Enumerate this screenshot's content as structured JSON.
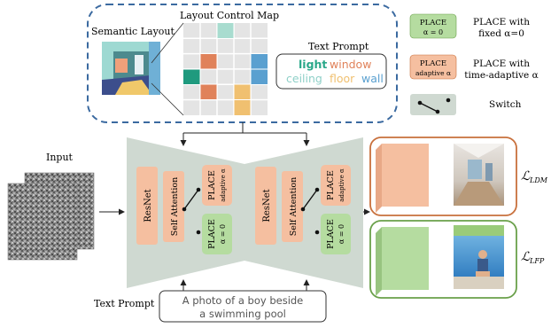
{
  "top": {
    "semantic_layout_label": "Semantic Layout",
    "control_map_label": "Layout Control Map",
    "text_prompt_label": "Text Prompt",
    "prompt_words": {
      "light": "light",
      "window": "window",
      "ceiling": "ceiling",
      "floor": "floor",
      "wall": "wall"
    }
  },
  "legend": {
    "fixed": {
      "box_title": "PLACE",
      "box_sub": "α = 0",
      "line1": "PLACE with",
      "line2": "fixed α=0"
    },
    "adaptive": {
      "box_title": "PLACE",
      "box_sub": "adaptive α",
      "line1": "PLACE with",
      "line2": "time-adaptive α"
    },
    "switch_label": "Switch"
  },
  "unet": {
    "input_label": "Input",
    "resnet": "ResNet",
    "self_attention": "Self Attention",
    "place_adaptive_title": "PLACE",
    "place_adaptive_sub": "adaptive α",
    "place_fixed_title": "PLACE",
    "place_fixed_sub": "α = 0"
  },
  "losses": {
    "ldm_main": "ℒ",
    "ldm_sub": "LDM",
    "lfp_main": "ℒ",
    "lfp_sub": "LFP"
  },
  "bottom": {
    "text_prompt_label": "Text Prompt",
    "prompt_line1": "A photo of a boy beside",
    "prompt_line2": "a swimming pool"
  },
  "colors": {
    "orange_block": "#f5bfa0",
    "green_block": "#b5dca0",
    "trapezoid": "#cfd9d1",
    "dashed_border": "#3b6aa0",
    "ldm_border": "#c8703c",
    "lfp_border": "#6aa04a",
    "word_light": "#2aa88a",
    "word_window": "#e0825a",
    "word_ceiling": "#8fd0c8",
    "word_floor": "#f0c070",
    "word_wall": "#5aa0d0"
  }
}
